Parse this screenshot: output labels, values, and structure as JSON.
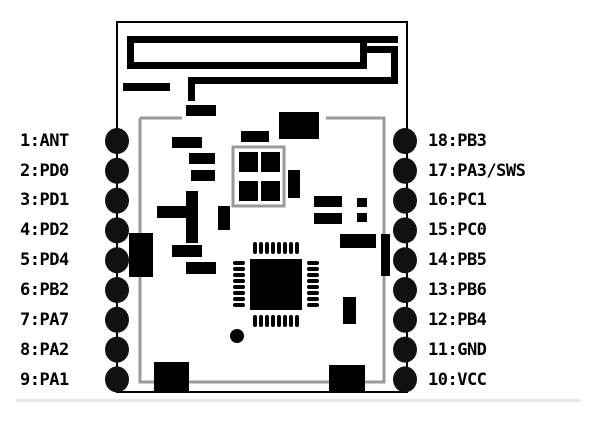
{
  "left_pins": [
    {
      "number": "1",
      "name": "ANT"
    },
    {
      "number": "2",
      "name": "PD0"
    },
    {
      "number": "3",
      "name": "PD1"
    },
    {
      "number": "4",
      "name": "PD2"
    },
    {
      "number": "5",
      "name": "PD4"
    },
    {
      "number": "6",
      "name": "PB2"
    },
    {
      "number": "7",
      "name": "PA7"
    },
    {
      "number": "8",
      "name": "PA2"
    },
    {
      "number": "9",
      "name": "PA1"
    }
  ],
  "right_pins": [
    {
      "number": "18",
      "name": "PB3"
    },
    {
      "number": "17",
      "name": "PA3/SWS"
    },
    {
      "number": "16",
      "name": "PC1"
    },
    {
      "number": "15",
      "name": "PC0"
    },
    {
      "number": "14",
      "name": "PB5"
    },
    {
      "number": "13",
      "name": "PB6"
    },
    {
      "number": "12",
      "name": "PB4"
    },
    {
      "number": "11",
      "name": "GND"
    },
    {
      "number": "10",
      "name": "VCC"
    }
  ],
  "labels": {
    "pin_1": "1:ANT",
    "pin_2": "2:PD0",
    "pin_3": "3:PD1",
    "pin_4": "4:PD2",
    "pin_5": "5:PD4",
    "pin_6": "6:PB2",
    "pin_7": "7:PA7",
    "pin_8": "8:PA2",
    "pin_9": "9:PA1",
    "pin_18": "18:PB3",
    "pin_17": "17:PA3/SWS",
    "pin_16": "16:PC1",
    "pin_15": "15:PC0",
    "pin_14": "14:PB5",
    "pin_13": "13:PB6",
    "pin_12": "12:PB4",
    "pin_11": "11:GND",
    "pin_10": "10:VCC"
  },
  "colors": {
    "outline": "#000000",
    "shield": "#9a9a9a",
    "component": "#111111",
    "background": "#ffffff"
  }
}
